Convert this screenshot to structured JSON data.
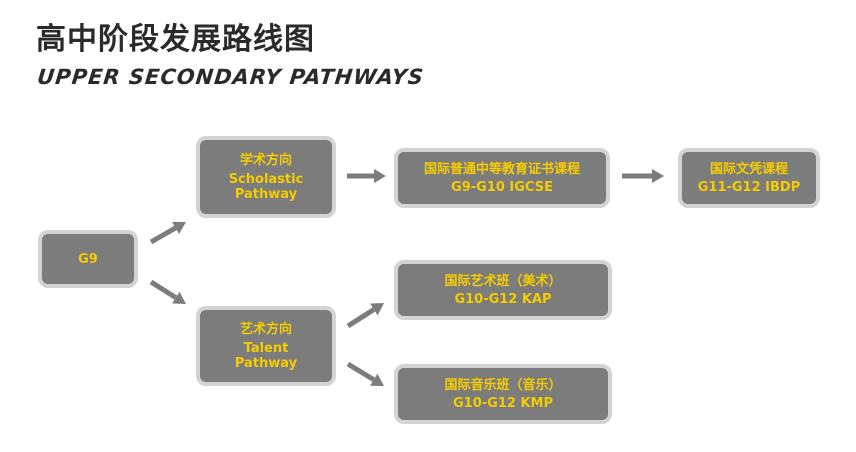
{
  "title_cn": "高中阶段发展路线图",
  "title_en": "UPPER SECONDARY PATHWAYS",
  "colors": {
    "node_fill": "#7c7c7c",
    "node_border": "#d3d3d3",
    "node_text": "#f5cc00",
    "arrow": "#7c7c7c",
    "title": "#2a2a2a"
  },
  "nodes": {
    "g9": {
      "line1": "G9"
    },
    "scholastic": {
      "line1": "学术方向",
      "line2": "Scholastic",
      "line3": "Pathway"
    },
    "igcse": {
      "line1": "国际普通中等教育证书课程",
      "line2": "G9-G10 IGCSE"
    },
    "ibdp": {
      "line1": "国际文凭课程",
      "line2": "G11-G12 IBDP"
    },
    "talent": {
      "line1": "艺术方向",
      "line2": "Talent",
      "line3": "Pathway"
    },
    "kap": {
      "line1": "国际艺术班（美术）",
      "line2": "G10-G12  KAP"
    },
    "kmp": {
      "line1": "国际音乐班（音乐）",
      "line2": "G10-G12  KMP"
    }
  },
  "edges": [
    [
      "g9",
      "scholastic"
    ],
    [
      "g9",
      "talent"
    ],
    [
      "scholastic",
      "igcse"
    ],
    [
      "igcse",
      "ibdp"
    ],
    [
      "talent",
      "kap"
    ],
    [
      "talent",
      "kmp"
    ]
  ]
}
